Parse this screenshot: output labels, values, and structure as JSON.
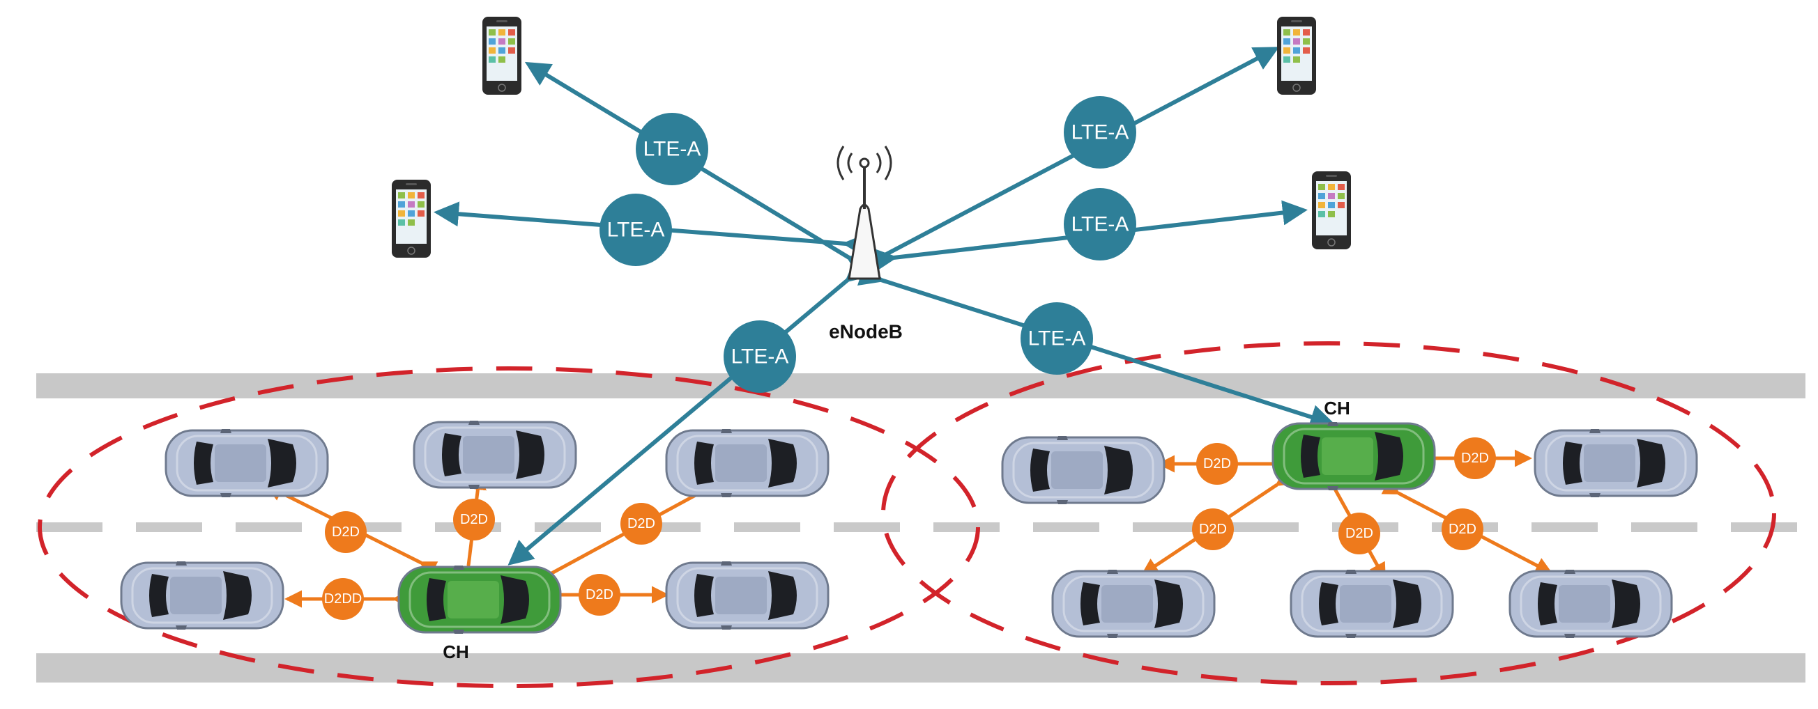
{
  "colors": {
    "lte_link": "#2e7f98",
    "d2d_link": "#ee7a1c",
    "road": "#c8c8c8",
    "lane_mark": "#c9c9c9",
    "cluster_boundary": "#d2232a",
    "cluster_head_car": "#3f9b3a",
    "member_car": "#b4bfd6"
  },
  "labels": {
    "base_station": "eNodeB",
    "cluster_head": "CH",
    "lte_link": "LTE-A",
    "d2d_link_main": "D2D",
    "d2d_link_variant": "D2DD"
  },
  "icons": {
    "base_station": "antenna-tower-icon",
    "phone": "smartphone-icon",
    "car": "car-topview-icon"
  },
  "counts": {
    "phones": 4,
    "clusters": 2,
    "cars_per_cluster": 6
  }
}
